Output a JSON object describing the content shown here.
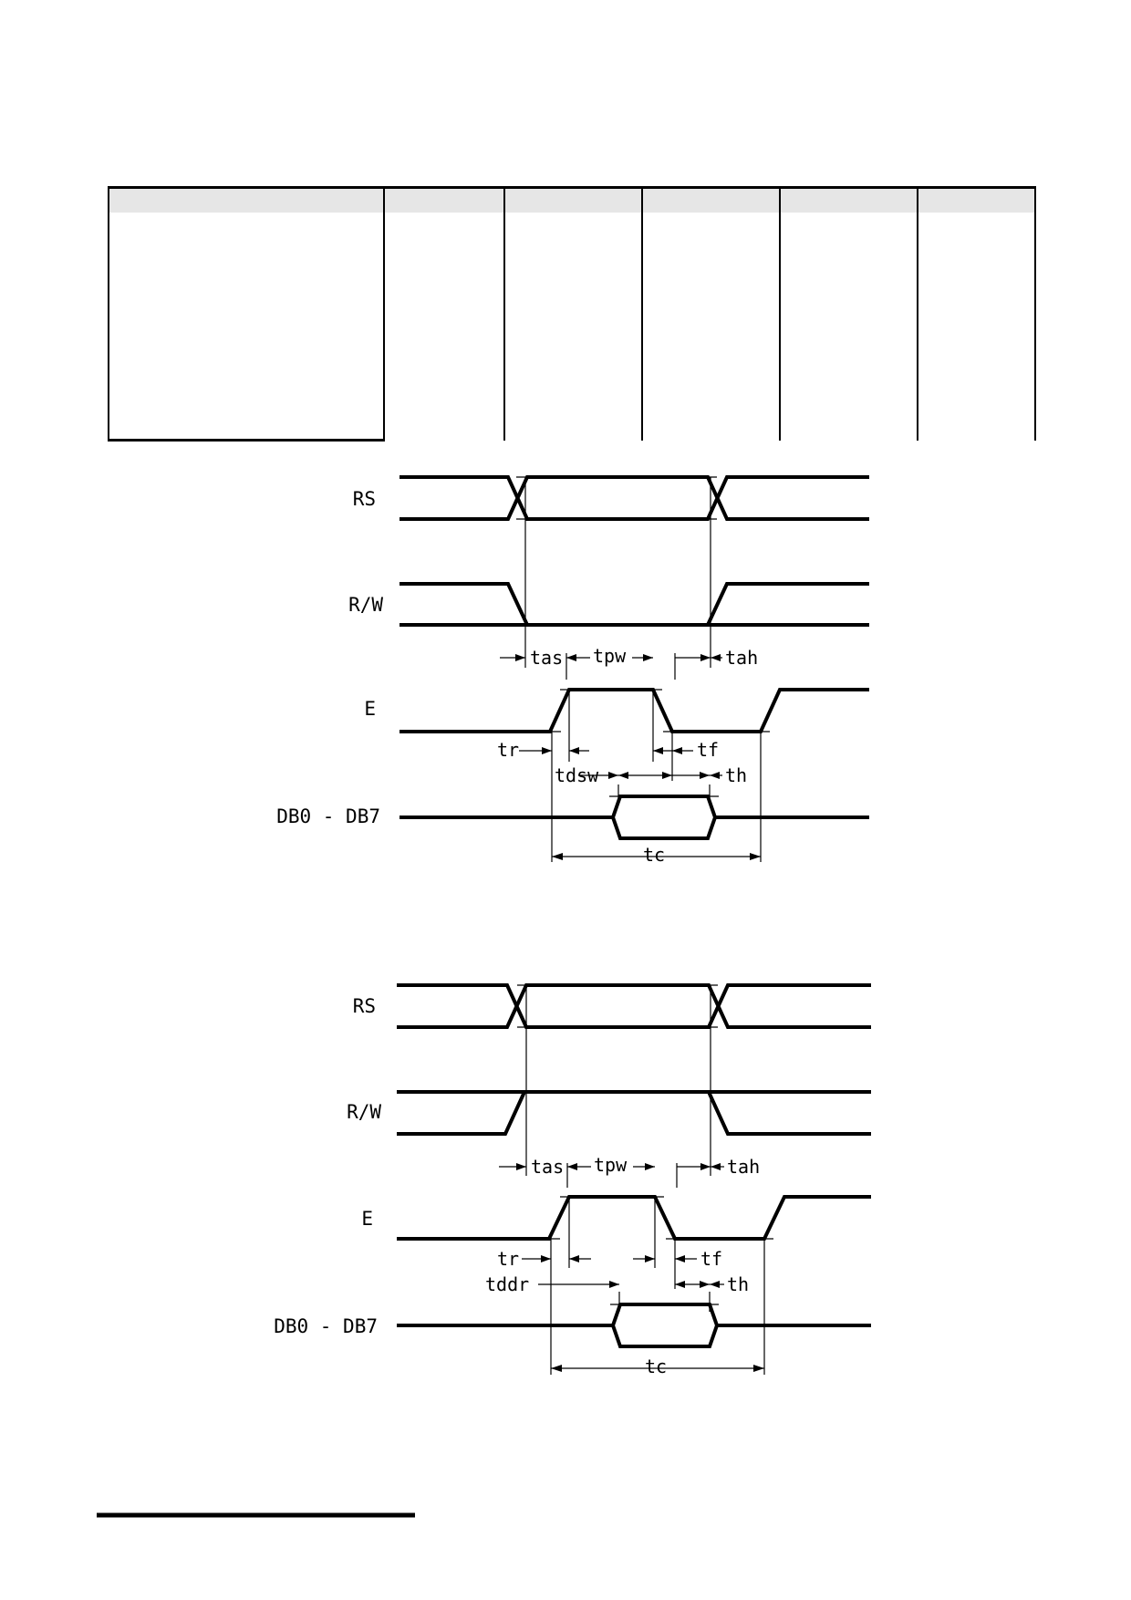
{
  "write_timing": {
    "signals": {
      "rs": "RS",
      "rw": "R/W",
      "e": "E",
      "db": "DB0 - DB7"
    },
    "timing_labels": {
      "tas": "tas",
      "tpw": "tpw",
      "tah": "tah",
      "tr": "tr",
      "tf": "tf",
      "tdsw": "tdsw",
      "th": "th",
      "tc": "tc"
    }
  },
  "read_timing": {
    "signals": {
      "rs": "RS",
      "rw": "R/W",
      "e": "E",
      "db": "DB0 - DB7"
    },
    "timing_labels": {
      "tas": "tas",
      "tpw": "tpw",
      "tah": "tah",
      "tr": "tr",
      "tf": "tf",
      "tddr": "tddr",
      "th": "th",
      "tc": "tc"
    }
  }
}
